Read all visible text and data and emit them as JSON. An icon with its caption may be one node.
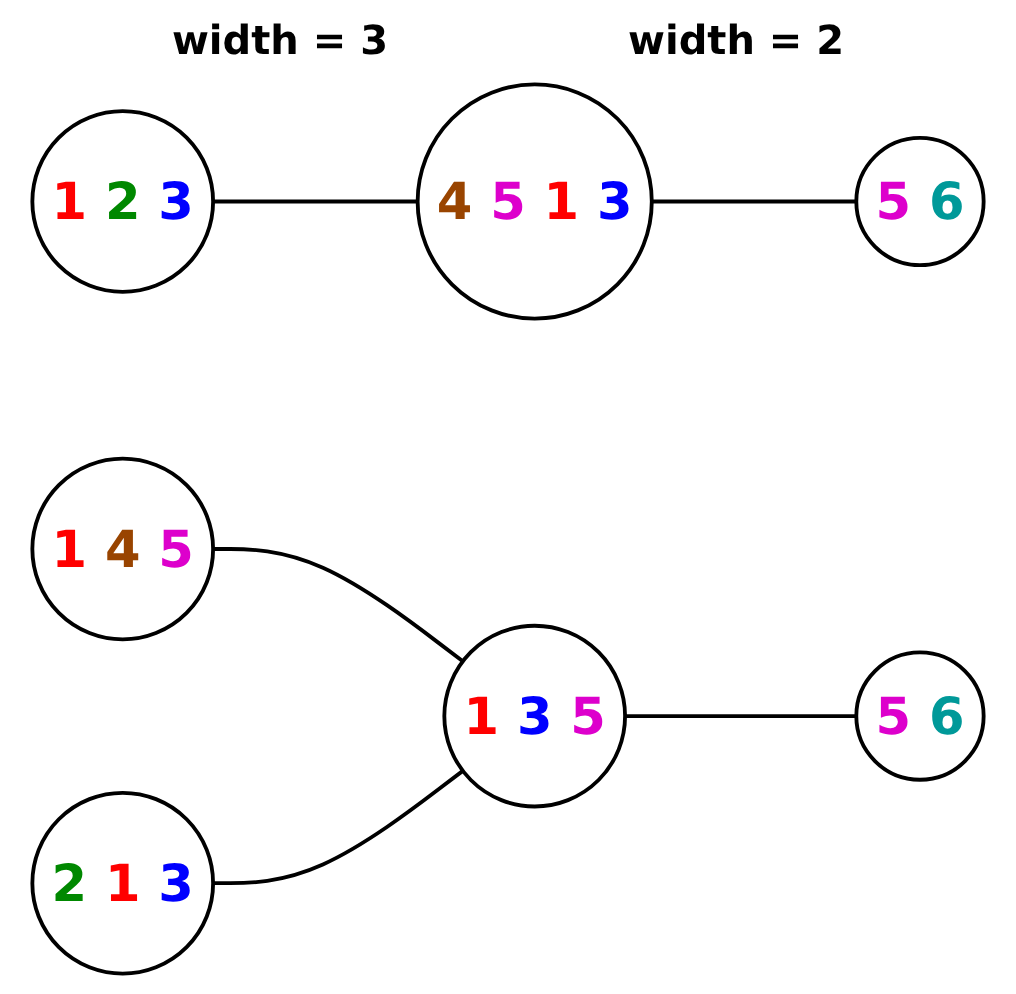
{
  "diagram": {
    "nodes": [
      {
        "text": [
          "1",
          "2",
          "3"
        ]
      },
      {
        "text": [
          "4",
          "5",
          "1",
          "3"
        ]
      },
      {
        "text": [
          "5",
          "6"
        ]
      },
      {
        "text": [
          "1",
          "4",
          "5"
        ]
      },
      {
        "text": [
          "2",
          "1",
          "3"
        ]
      },
      {
        "text": [
          "1",
          "3",
          "5"
        ]
      },
      {
        "text": [
          "5",
          "6"
        ]
      }
    ],
    "edges": [
      {
        "from": 0,
        "to": 1,
        "arrow": "none"
      },
      {
        "from": 1,
        "to": 2,
        "arrow": "none"
      },
      {
        "from": 3,
        "to": 5,
        "arrow": "none"
      },
      {
        "from": 4,
        "to": 5,
        "arrow": "none"
      },
      {
        "from": 5,
        "to": 6,
        "arrow": "none"
      }
    ],
    "labels": [
      "width = 3",
      "width = 2"
    ]
  }
}
